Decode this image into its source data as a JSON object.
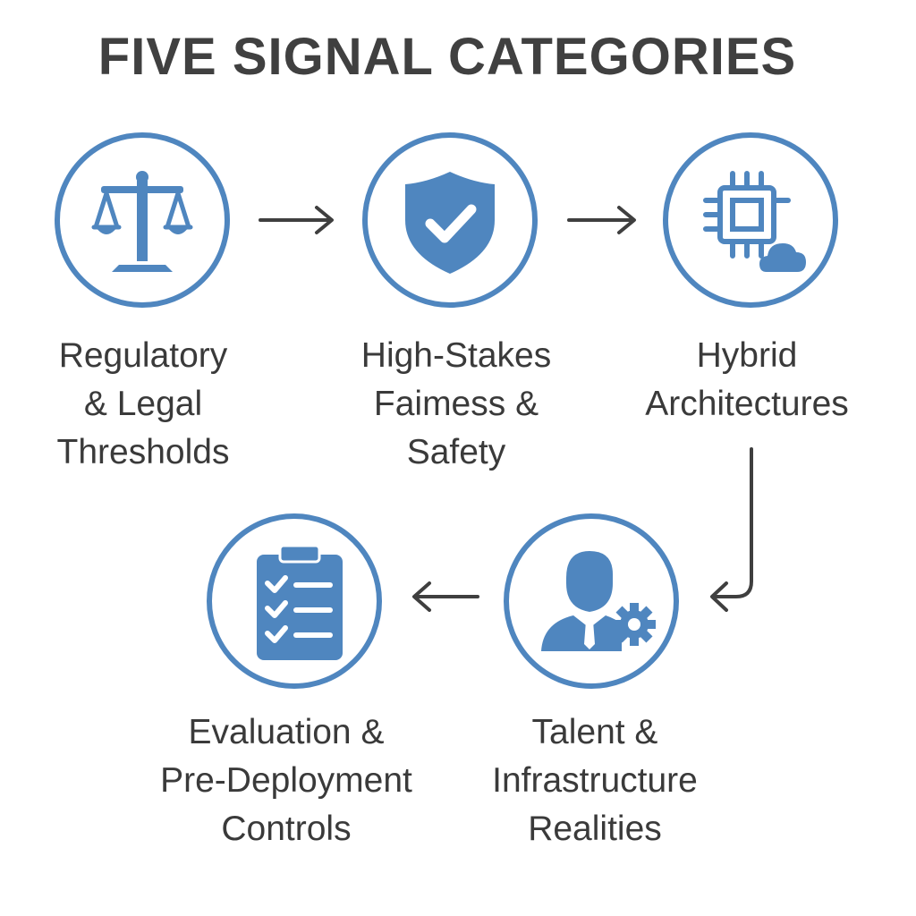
{
  "title": "FIVE SIGNAL CATEGORIES",
  "accent_color": "#4f86bf",
  "text_color": "#3a3a3a",
  "nodes": [
    {
      "icon": "scales-icon",
      "lines": [
        "Regulatory",
        "& Legal",
        "Thresholds"
      ]
    },
    {
      "icon": "shield-check-icon",
      "lines": [
        "High-Stakes",
        "Faimess &",
        "Safety"
      ]
    },
    {
      "icon": "chip-cloud-icon",
      "lines": [
        "Hybrid",
        "Architectures"
      ]
    },
    {
      "icon": "person-gear-icon",
      "lines": [
        "Talent &",
        "Infrastructure",
        "Realities"
      ]
    },
    {
      "icon": "clipboard-checklist-icon",
      "lines": [
        "Evaluation &",
        "Pre-Deployment",
        "Controls"
      ]
    }
  ]
}
